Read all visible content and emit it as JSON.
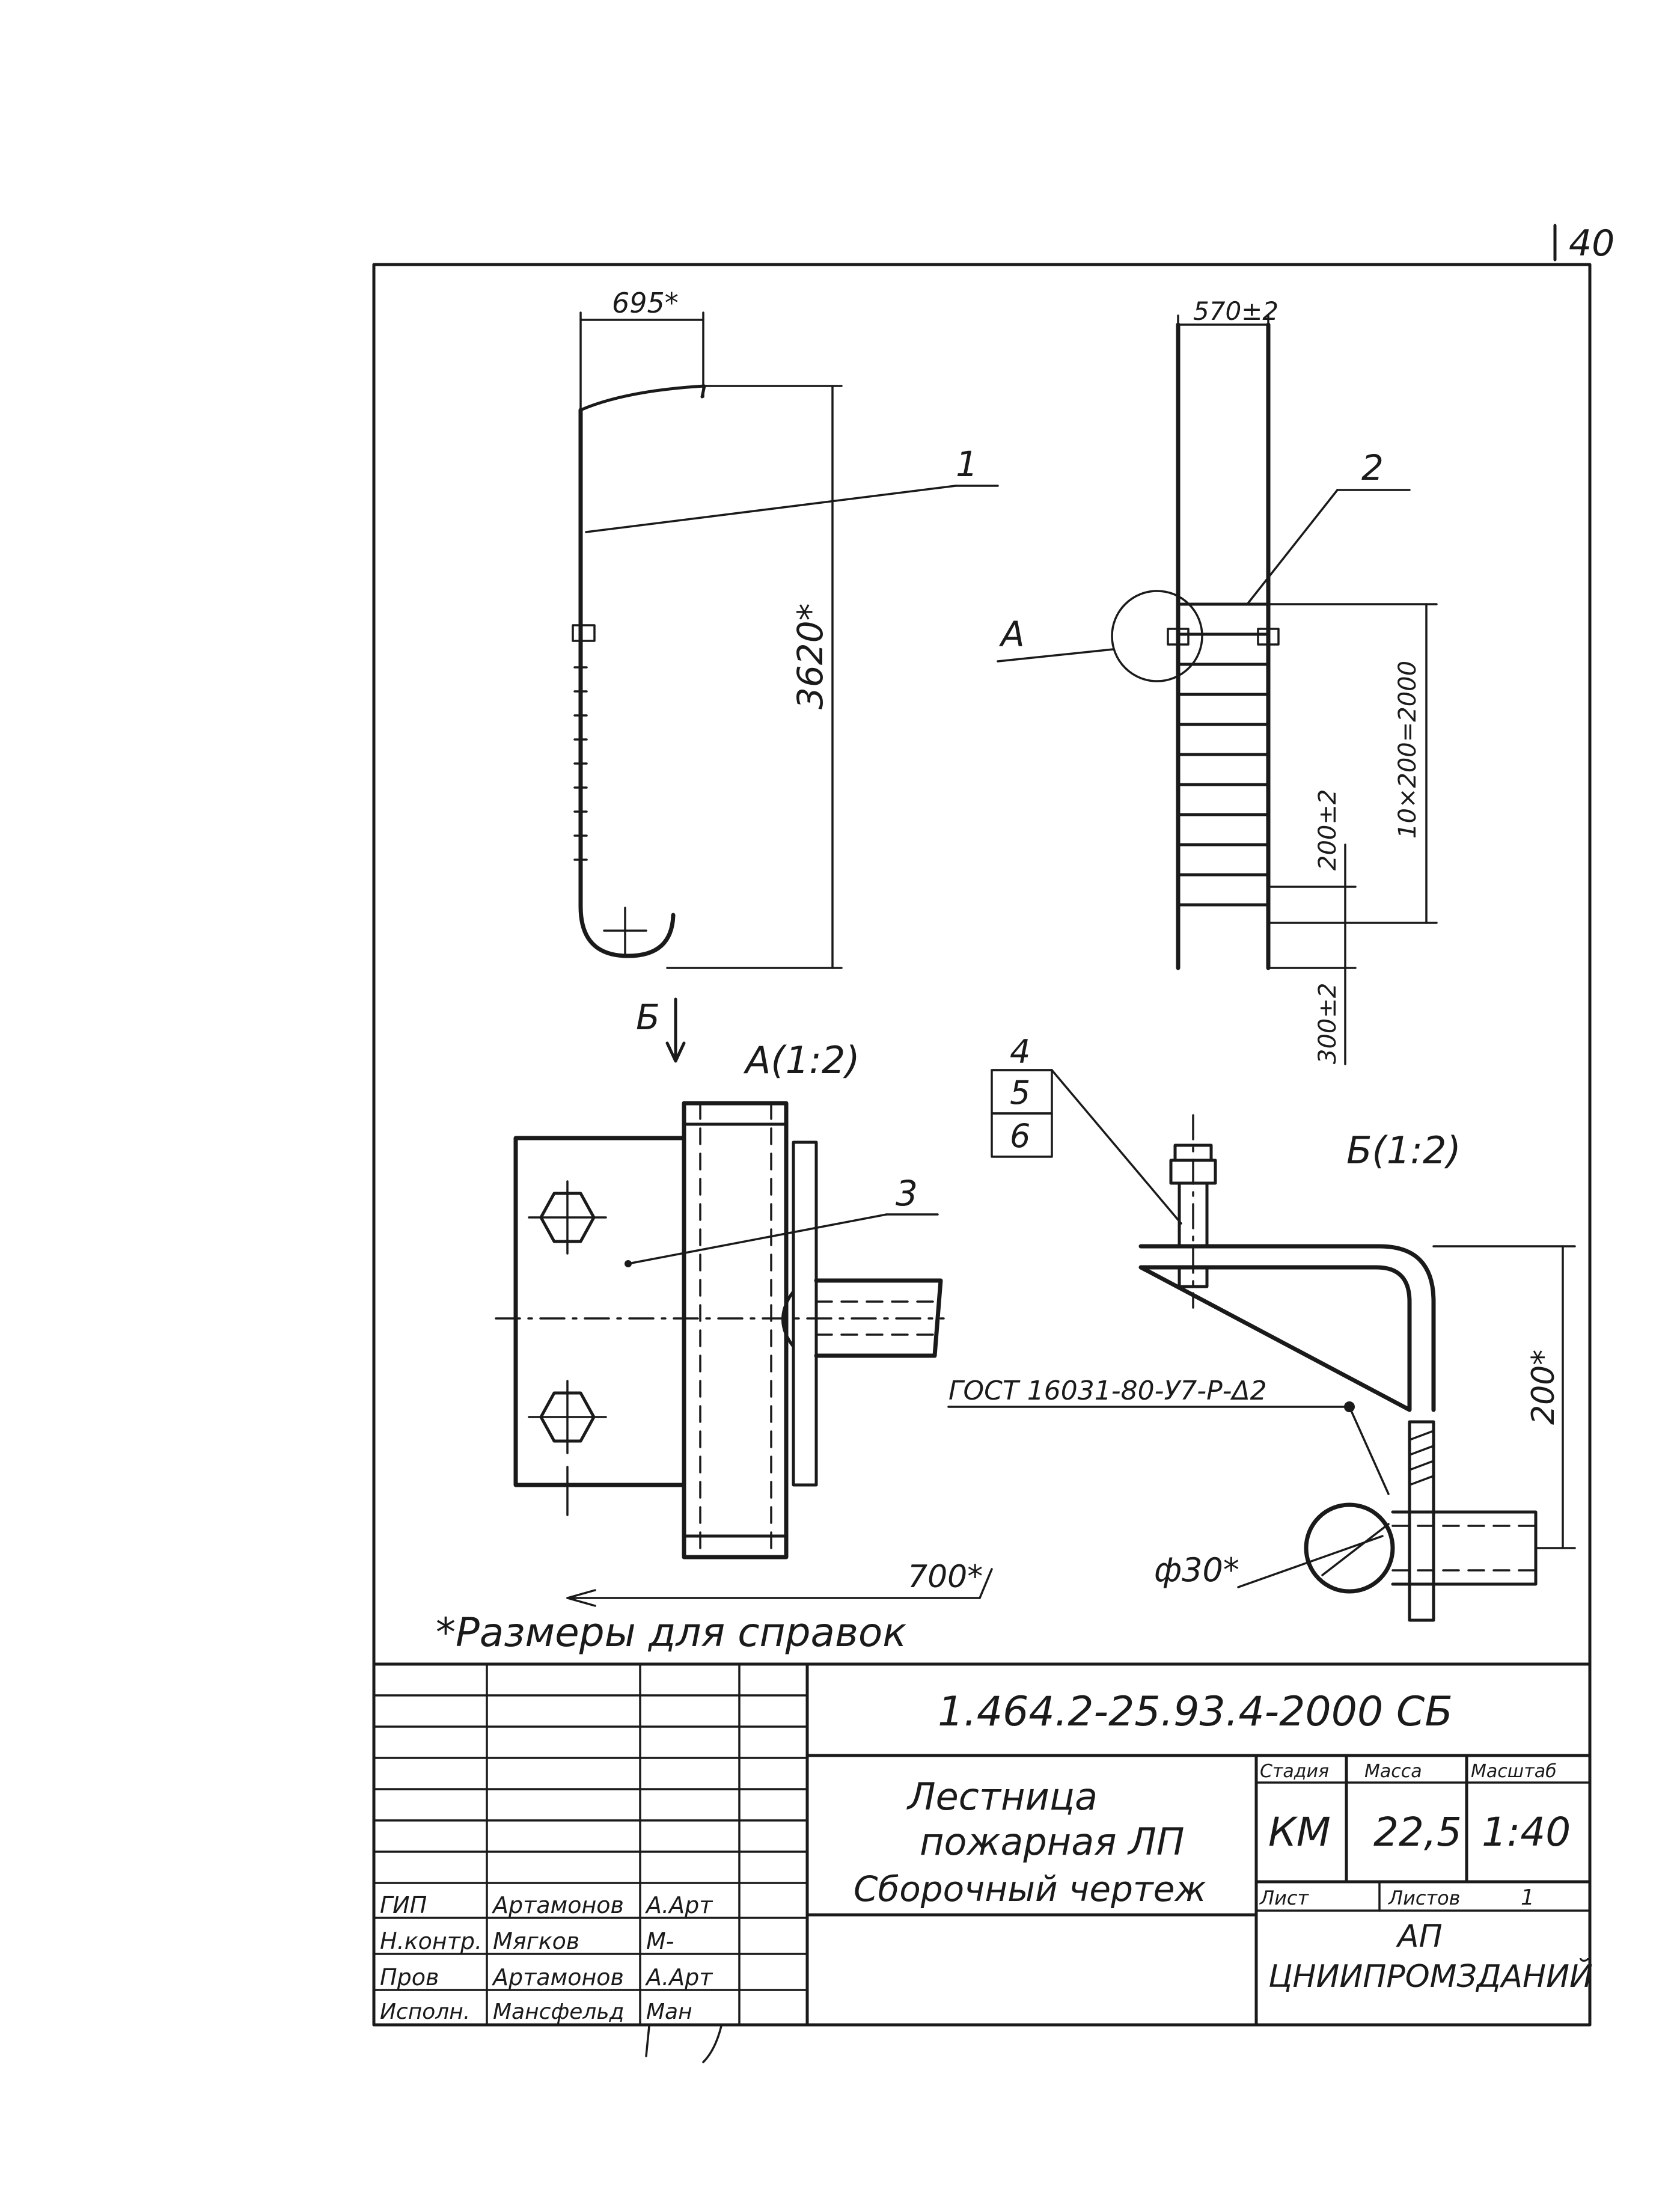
{
  "page_number": "40",
  "view_main": {
    "width_dim": "695*",
    "height_dim": "3620*",
    "leader_1": "1"
  },
  "view_side": {
    "width_dim": "570±2",
    "callout_label": "A",
    "leader_2": "2",
    "span_dim": "10×200=2000",
    "step_dim": "200±2",
    "bottom_dim": "300±2"
  },
  "section_arrow": "Б",
  "detail_a": {
    "title": "А(1:2)",
    "leader_3": "3",
    "dim_700": "700*"
  },
  "detail_b": {
    "title": "Б(1:2)",
    "parts": [
      "4",
      "5",
      "6"
    ],
    "weld_note": "ГОСТ 16031-80-У7-Р-Δ2",
    "dim_200": "200*",
    "dim_dia": "ф30*"
  },
  "reference_note": "*Размеры для справок",
  "title_block": {
    "doc_code": "1.464.2-25.93.4-2000 СБ",
    "title_line1": "Лестница",
    "title_line2": "пожарная ЛП",
    "title_line3": "Сборочный чертеж",
    "stage_header": "Стадия",
    "mass_header": "Масса",
    "scale_header": "Масштаб",
    "stage": "КМ",
    "mass": "22,5",
    "scale": "1:40",
    "sheet_label": "Лист",
    "sheets_label": "Листов",
    "sheets_count": "1",
    "org_line1": "АП",
    "org_line2": "ЦНИИПРОМЗДАНИЙ",
    "signatures": [
      {
        "role": "ГИП",
        "name": "Артамонов",
        "sign": "А.Арт"
      },
      {
        "role": "Н.контр.",
        "name": "Мягков",
        "sign": "М-"
      },
      {
        "role": "Пров",
        "name": "Артамонов",
        "sign": "А.Арт"
      },
      {
        "role": "Исполн.",
        "name": "Мансфельд",
        "sign": "Ман"
      }
    ]
  }
}
